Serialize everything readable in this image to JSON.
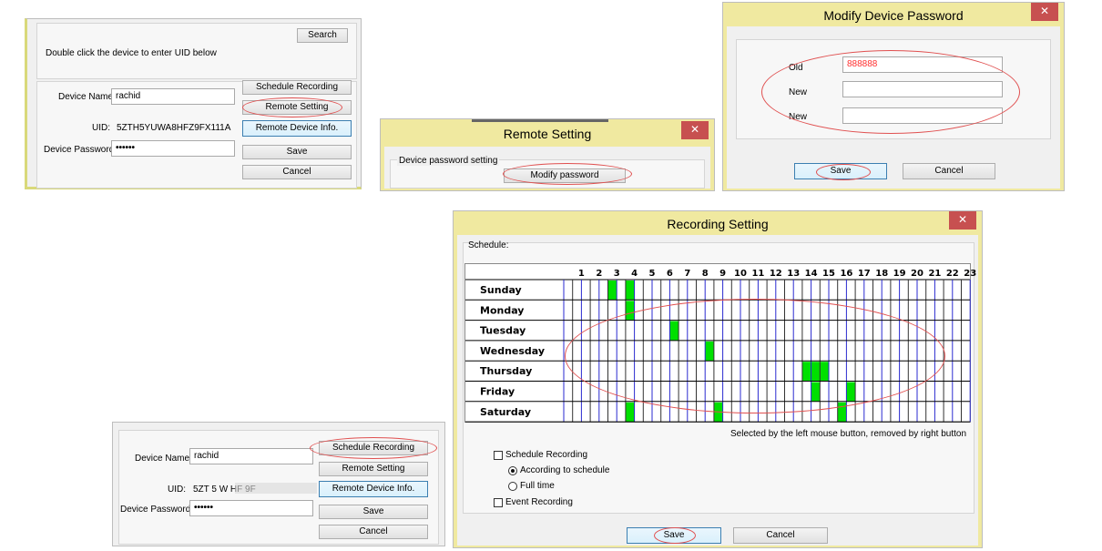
{
  "device_dialog_top": {
    "search_label": "Search",
    "hint": "Double click the device to enter UID below",
    "device_name_label": "Device Name:",
    "device_name_value": "rachid",
    "uid_label": "UID:",
    "uid_value": "5ZTH5YUWA8HFZ9FX111A",
    "password_label": "Device Password:",
    "password_value": "••••••",
    "schedule_recording_label": "Schedule Recording",
    "remote_setting_label": "Remote Setting",
    "remote_device_info_label": "Remote Device Info.",
    "save_label": "Save",
    "cancel_label": "Cancel"
  },
  "remote_setting": {
    "title": "Remote Setting",
    "close": "✕",
    "group_label": "Device password setting",
    "modify_password_label": "Modify password"
  },
  "modify_password": {
    "title": "Modify Device Password",
    "close": "✕",
    "old_label": "Old",
    "old_value": "888888",
    "new_label": "New",
    "new2_label": "New",
    "save_label": "Save",
    "cancel_label": "Cancel"
  },
  "device_dialog_bottom": {
    "device_name_label": "Device Name:",
    "device_name_value": "rachid",
    "uid_label": "UID:",
    "uid_value": "5ZT  5  W  HF  9F",
    "password_label": "Device Password:",
    "password_value": "••••••",
    "schedule_recording_label": "Schedule Recording",
    "remote_setting_label": "Remote Setting",
    "remote_device_info_label": "Remote Device Info.",
    "save_label": "Save",
    "cancel_label": "Cancel"
  },
  "recording_setting": {
    "title": "Recording Setting",
    "close": "✕",
    "schedule_label": "Schedule:",
    "hours": [
      "1",
      "2",
      "3",
      "4",
      "5",
      "6",
      "7",
      "8",
      "9",
      "10",
      "11",
      "12",
      "13",
      "14",
      "15",
      "16",
      "17",
      "18",
      "19",
      "20",
      "21",
      "22",
      "23"
    ],
    "days": [
      "Sunday",
      "Monday",
      "Tuesday",
      "Wednesday",
      "Thursday",
      "Friday",
      "Saturday"
    ],
    "selected_cells": [
      {
        "day": "Sunday",
        "cols": [
          5,
          7
        ]
      },
      {
        "day": "Monday",
        "cols": [
          7
        ]
      },
      {
        "day": "Tuesday",
        "cols": [
          12
        ]
      },
      {
        "day": "Wednesday",
        "cols": [
          16
        ]
      },
      {
        "day": "Thursday",
        "cols": [
          27,
          28,
          29
        ]
      },
      {
        "day": "Friday",
        "cols": [
          28,
          32
        ]
      },
      {
        "day": "Saturday",
        "cols": [
          7,
          17,
          31
        ]
      }
    ],
    "hint": "Selected by the left mouse button, removed by right button",
    "schedule_recording_label": "Schedule Recording",
    "according_label": "According to schedule",
    "full_time_label": "Full time",
    "event_recording_label": "Event Recording",
    "save_label": "Save",
    "cancel_label": "Cancel",
    "selected_color": "#00e000",
    "grid_line_color": "#2a2ad0"
  }
}
